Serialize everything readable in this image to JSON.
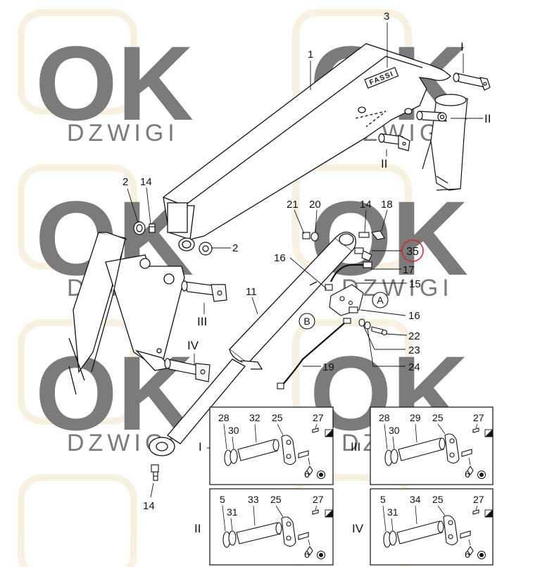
{
  "watermark": {
    "logo": "OK",
    "sub": "DZWIGI",
    "color": "#f6ecd8"
  },
  "brand": "FASSI",
  "labels": {
    "l1": "1",
    "l3": "3",
    "l2a": "2",
    "l2b": "2",
    "l14a": "14",
    "l14b": "14",
    "l14c": "14",
    "l21": "21",
    "l20": "20",
    "l18": "18",
    "l35": "35",
    "l16a": "16",
    "l16b": "16",
    "l17": "17",
    "l15": "15",
    "l22": "22",
    "l23": "23",
    "l24": "24",
    "l19": "19",
    "l11": "11",
    "lA": "A",
    "lB": "B",
    "rI": "I",
    "rII": "II",
    "rIIb": "II",
    "rIII": "III",
    "rIV": "IV"
  },
  "highlight_color": "#d8202a",
  "boxes": {
    "b1": {
      "roman": "I",
      "n1": "28",
      "n2": "30",
      "n3": "32",
      "n4": "25",
      "n5": "27",
      "n6": "6"
    },
    "b2": {
      "roman": "III",
      "n1": "28",
      "n2": "30",
      "n3": "29",
      "n4": "25",
      "n5": "27",
      "n6": "6"
    },
    "b3": {
      "roman": "II",
      "n1": "5",
      "n2": "31",
      "n3": "33",
      "n4": "25",
      "n5": "27",
      "n6": "6"
    },
    "b4": {
      "roman": "IV",
      "n1": "5",
      "n2": "31",
      "n3": "34",
      "n4": "25",
      "n5": "27",
      "n6": "6"
    }
  }
}
